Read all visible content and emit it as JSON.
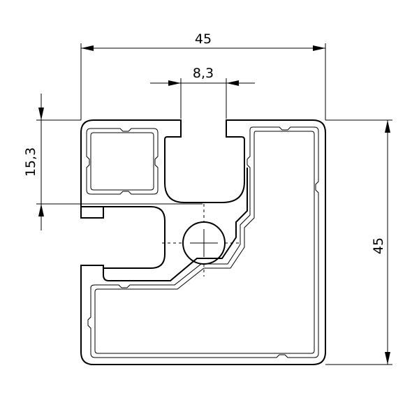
{
  "drawing": {
    "dimensions": {
      "overall_width": "45",
      "overall_height": "45",
      "slot_width": "8,3",
      "slot_depth": "15,3"
    },
    "colors": {
      "stroke": "#000000",
      "background": "#ffffff"
    }
  }
}
